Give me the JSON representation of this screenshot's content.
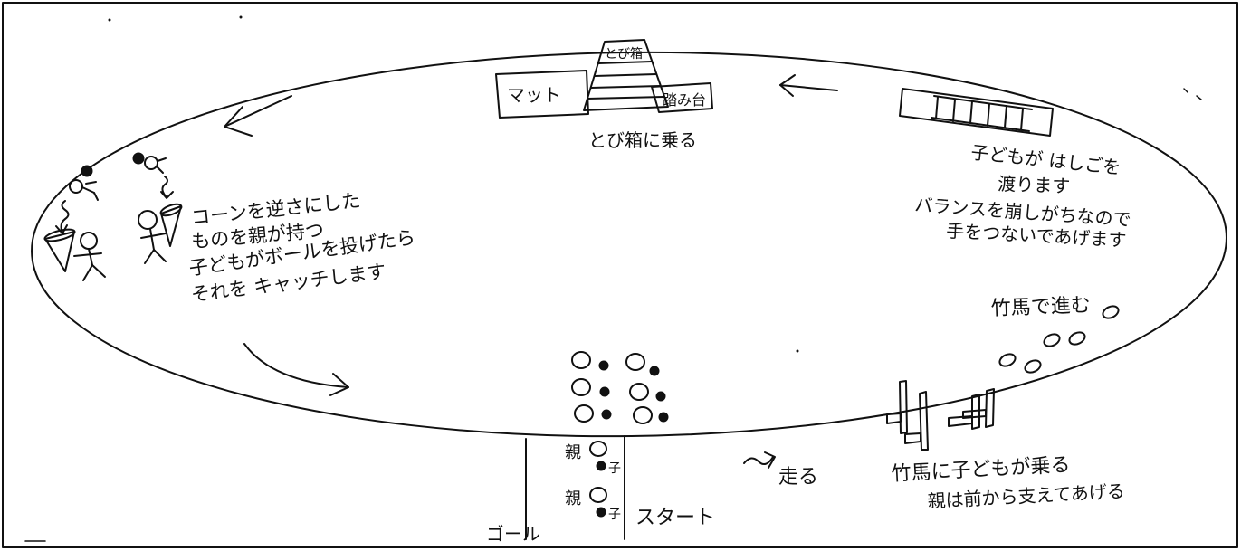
{
  "colors": {
    "ink": "#111111",
    "paper": "#ffffff"
  },
  "course": {
    "jump_box": {
      "box_label": "とび箱",
      "mat_label": "マット",
      "springboard_label": "踏み台",
      "caption": "とび箱に乗る"
    },
    "ladder": {
      "lines": [
        "子どもが はしごを",
        "渡ります",
        "バランスを崩しがちなので",
        "手をつないであげます"
      ]
    },
    "cone_catch": {
      "lines": [
        "コーンを逆さにした",
        "ものを親が持つ",
        "子どもがボールを投げたら",
        "それを キャッチします"
      ]
    },
    "stilt_walk": {
      "caption": "竹馬で進む"
    },
    "stilts": {
      "lines": [
        "竹馬に子どもが乗る",
        "親は前から支えてあげる"
      ]
    },
    "start_area": {
      "pairs": [
        {
          "parent": "親",
          "child": "子"
        },
        {
          "parent": "親",
          "child": "子"
        }
      ],
      "goal_label": "ゴール",
      "start_label": "スタート"
    },
    "run": {
      "label": "走る"
    }
  }
}
